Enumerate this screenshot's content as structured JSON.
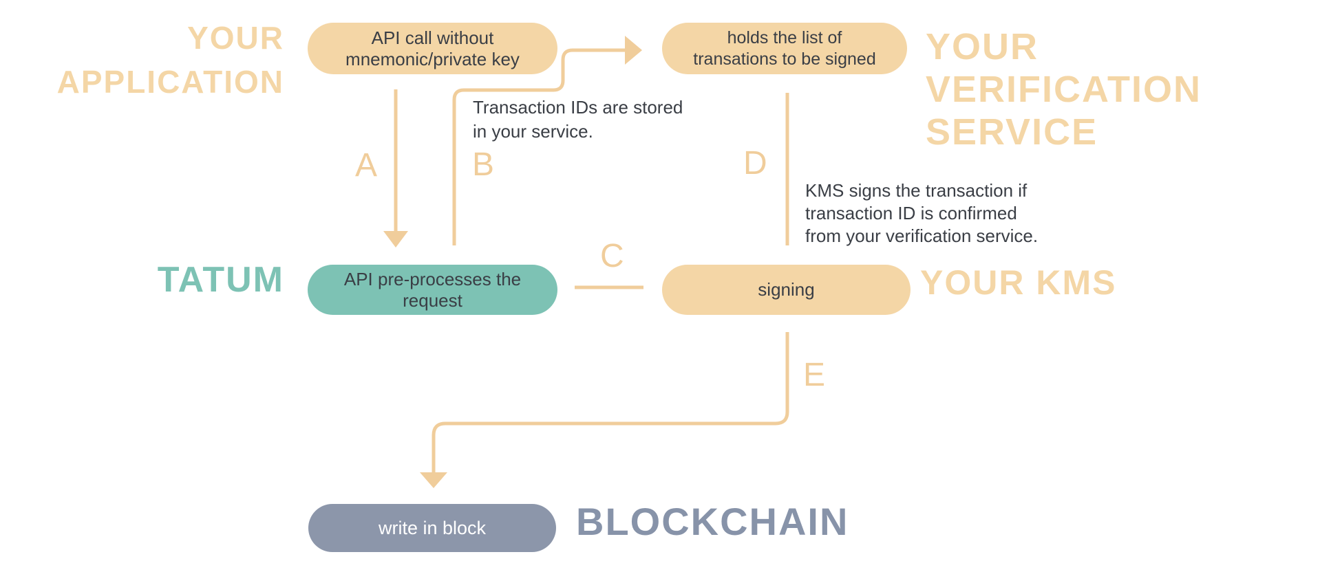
{
  "colors": {
    "tan": "#F4D6A6",
    "tan_line": "#F0CD9B",
    "teal": "#7DC2B4",
    "gray": "#8C96AA",
    "gray_label": "#8793A9",
    "dark": "#3A3E45",
    "white": "#FFFFFF",
    "bg": "#FFFFFF"
  },
  "actors": {
    "application": "YOUR\nAPPLICATION",
    "verification_service": "YOUR VERIFICATION\nSERVICE",
    "tatum": "TATUM",
    "kms": "YOUR KMS",
    "blockchain": "BLOCKCHAIN"
  },
  "nodes": {
    "api_call": "API call without\nmnemonic/private key",
    "holds_list": "holds the list of\ntransations to be signed",
    "api_preprocess": "API pre-processes the\nrequest",
    "signing": "signing",
    "write_block": "write in block"
  },
  "steps": {
    "a": "A",
    "b": "B",
    "c": "C",
    "d": "D",
    "e": "E"
  },
  "notes": {
    "transaction_ids": "Transaction IDs are stored\nin your service.",
    "kms_signs": "KMS signs the transaction if\ntransaction ID is confirmed\nfrom your verification service."
  }
}
